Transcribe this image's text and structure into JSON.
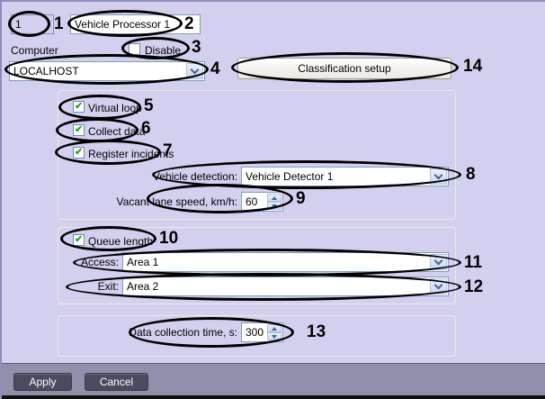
{
  "header": {
    "id_value": "1",
    "name_value": "Vehicle Processor 1",
    "computer_label": "Computer",
    "disable_label": "Disable",
    "computer_value": "LOCALHOST",
    "classification_button_label": "Classification setup"
  },
  "detection_group": {
    "virtual_loop_label": "Virtual loop",
    "collect_data_label": "Collect data",
    "register_incidents_label": "Register incidents",
    "vehicle_detection_label": "Vehicle detection:",
    "vehicle_detection_value": "Vehicle Detector 1",
    "vacant_lane_speed_label": "Vacant lane speed, km/h:",
    "vacant_lane_speed_value": "60"
  },
  "queue_group": {
    "queue_length_label": "Queue length",
    "access_label": "Access:",
    "access_value": "Area 1",
    "exit_label": "Exit:",
    "exit_value": "Area 2"
  },
  "data_collection_group": {
    "time_label": "Data collection time, s:",
    "time_value": "300"
  },
  "footer": {
    "apply_label": "Apply",
    "cancel_label": "Cancel"
  },
  "icons": {
    "check": "✔"
  },
  "checkbox_states": {
    "disable": false,
    "virtual_loop": true,
    "collect_data": true,
    "register_incidents": true,
    "queue_length": true
  },
  "callouts": [
    "1",
    "2",
    "3",
    "4",
    "5",
    "6",
    "7",
    "8",
    "9",
    "10",
    "11",
    "12",
    "13",
    "14"
  ],
  "colors": {
    "dialog_bg": "#d3d0ef",
    "group_border": "#ecebdf",
    "input_border": "#7f9db9",
    "check_green": "#2ca22c",
    "combo_button_blue": "#c9d9f3",
    "footer_bg": "#9190ac",
    "footer_button_bg": "#4b4b60",
    "callout_color": "#000000"
  }
}
